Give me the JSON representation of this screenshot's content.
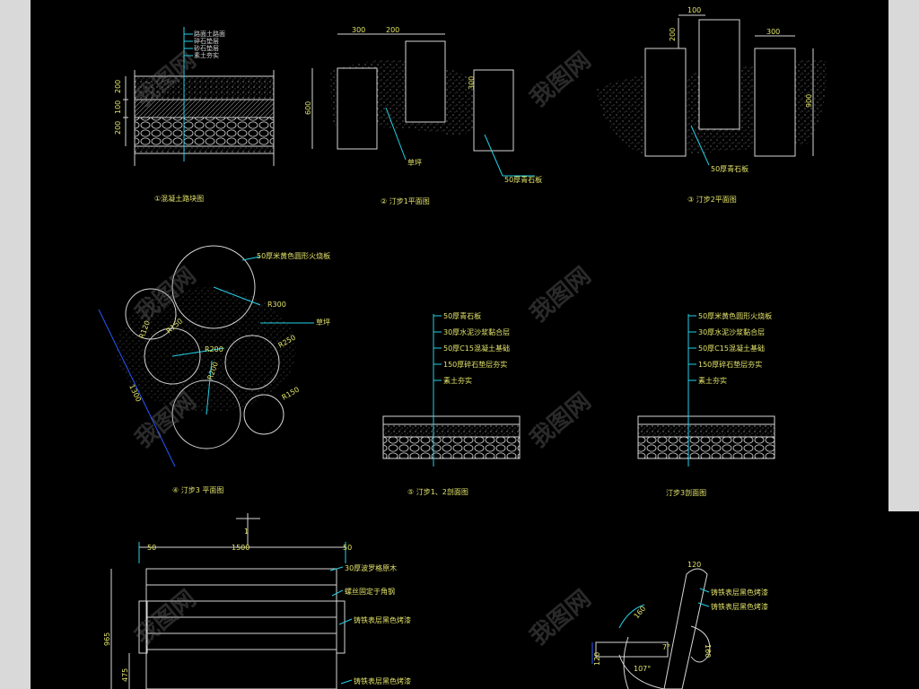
{
  "sections": {
    "s1": {
      "title": "①混凝土路块图",
      "layers": [
        "路面土路面",
        "碎石垫层",
        "砂石垫层",
        "素土夯实"
      ],
      "dims": [
        "200",
        "100",
        "200"
      ]
    },
    "s2": {
      "title": "② 汀步1平面图",
      "dims_top": [
        "300",
        "200"
      ],
      "dim_side": "600",
      "dim_right": "300",
      "labels": [
        "草坪",
        "50厚青石板"
      ]
    },
    "s3": {
      "title": "③ 汀步2平面图",
      "dims_top": [
        "100",
        "300"
      ],
      "dim_left": "200",
      "dim_right": "900",
      "labels": [
        "50厚青石板"
      ]
    },
    "s4": {
      "title": "④ 汀步3 平面图",
      "labels": [
        "50厚米黄色圆形火烧板",
        "草坪"
      ],
      "radii": [
        "R300",
        "R150",
        "R200",
        "R250",
        "R200",
        "R150",
        "R120"
      ],
      "dim": "1300"
    },
    "s5": {
      "title": "⑤ 汀步1、2剖面图",
      "layers": [
        "50厚青石板",
        "30厚水泥沙浆黏合层",
        "50厚C15混凝土基础",
        "150厚碎石垫层夯实",
        "素土夯实"
      ]
    },
    "s6": {
      "title": "汀步3剖面图",
      "layers": [
        "50厚米黄色圆形火烧板",
        "30厚水泥沙浆黏合层",
        "50厚C15混凝土基础",
        "150厚碎石垫层夯实",
        "素土夯实"
      ]
    },
    "s7": {
      "dims_top": [
        "50",
        "1500",
        "50"
      ],
      "dims_left": [
        "965",
        "475"
      ],
      "marker": "1",
      "labels": [
        "30厚波罗格原木",
        "螺丝固定于角钢",
        "铸铁表层黑色烤漆",
        "铸铁表层黑色烤漆"
      ]
    },
    "s8": {
      "dims": [
        "120",
        "120",
        "160",
        "7°",
        "160",
        "107°"
      ],
      "labels": [
        "铸铁表层黑色烤漆",
        "铸铁表层黑色烤漆"
      ]
    }
  },
  "watermark": "我图网"
}
